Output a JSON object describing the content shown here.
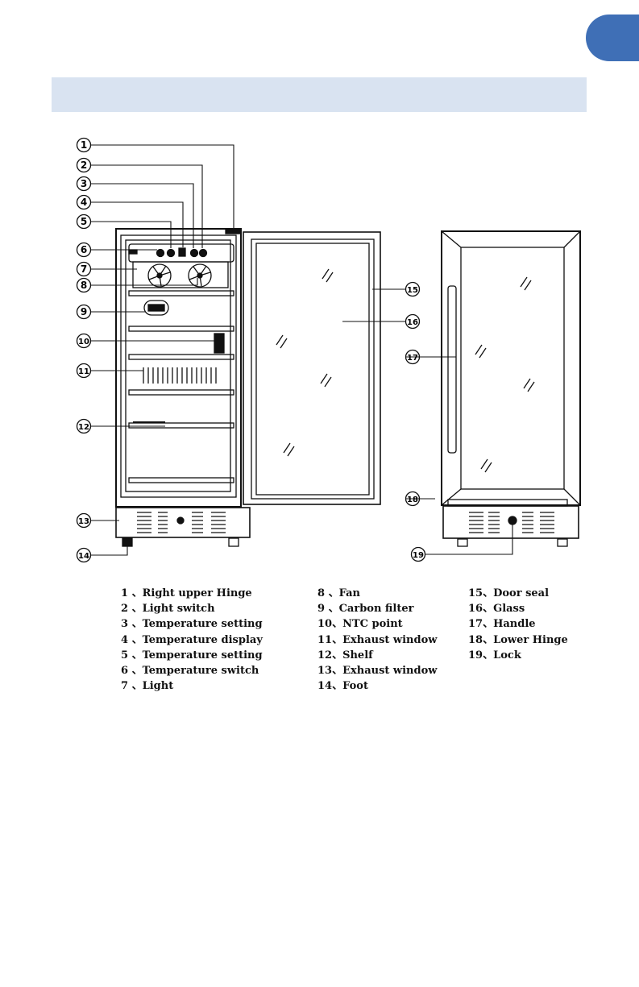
{
  "callouts": [
    "1",
    "2",
    "3",
    "4",
    "5",
    "6",
    "7",
    "8",
    "9",
    "10",
    "11",
    "12",
    "13",
    "14",
    "15",
    "16",
    "17",
    "18",
    "19"
  ],
  "legend": {
    "col1": [
      "1 、Right upper Hinge",
      "2 、Light switch",
      "3 、Temperature setting",
      "4 、Temperature display",
      "5 、Temperature setting",
      "6 、Temperature switch",
      "7 、Light"
    ],
    "col2": [
      "8 、Fan",
      "9 、Carbon filter",
      "10、NTC point",
      "11、Exhaust window",
      "12、Shelf",
      "13、Exhaust window",
      "14、Foot"
    ],
    "col3": [
      "15、Door seal",
      "16、Glass",
      "17、Handle",
      "18、Lower Hinge",
      "19、Lock"
    ]
  },
  "colors": {
    "tab": "#3f6fb6",
    "header_band": "#d9e3f1",
    "line": "#111111"
  }
}
